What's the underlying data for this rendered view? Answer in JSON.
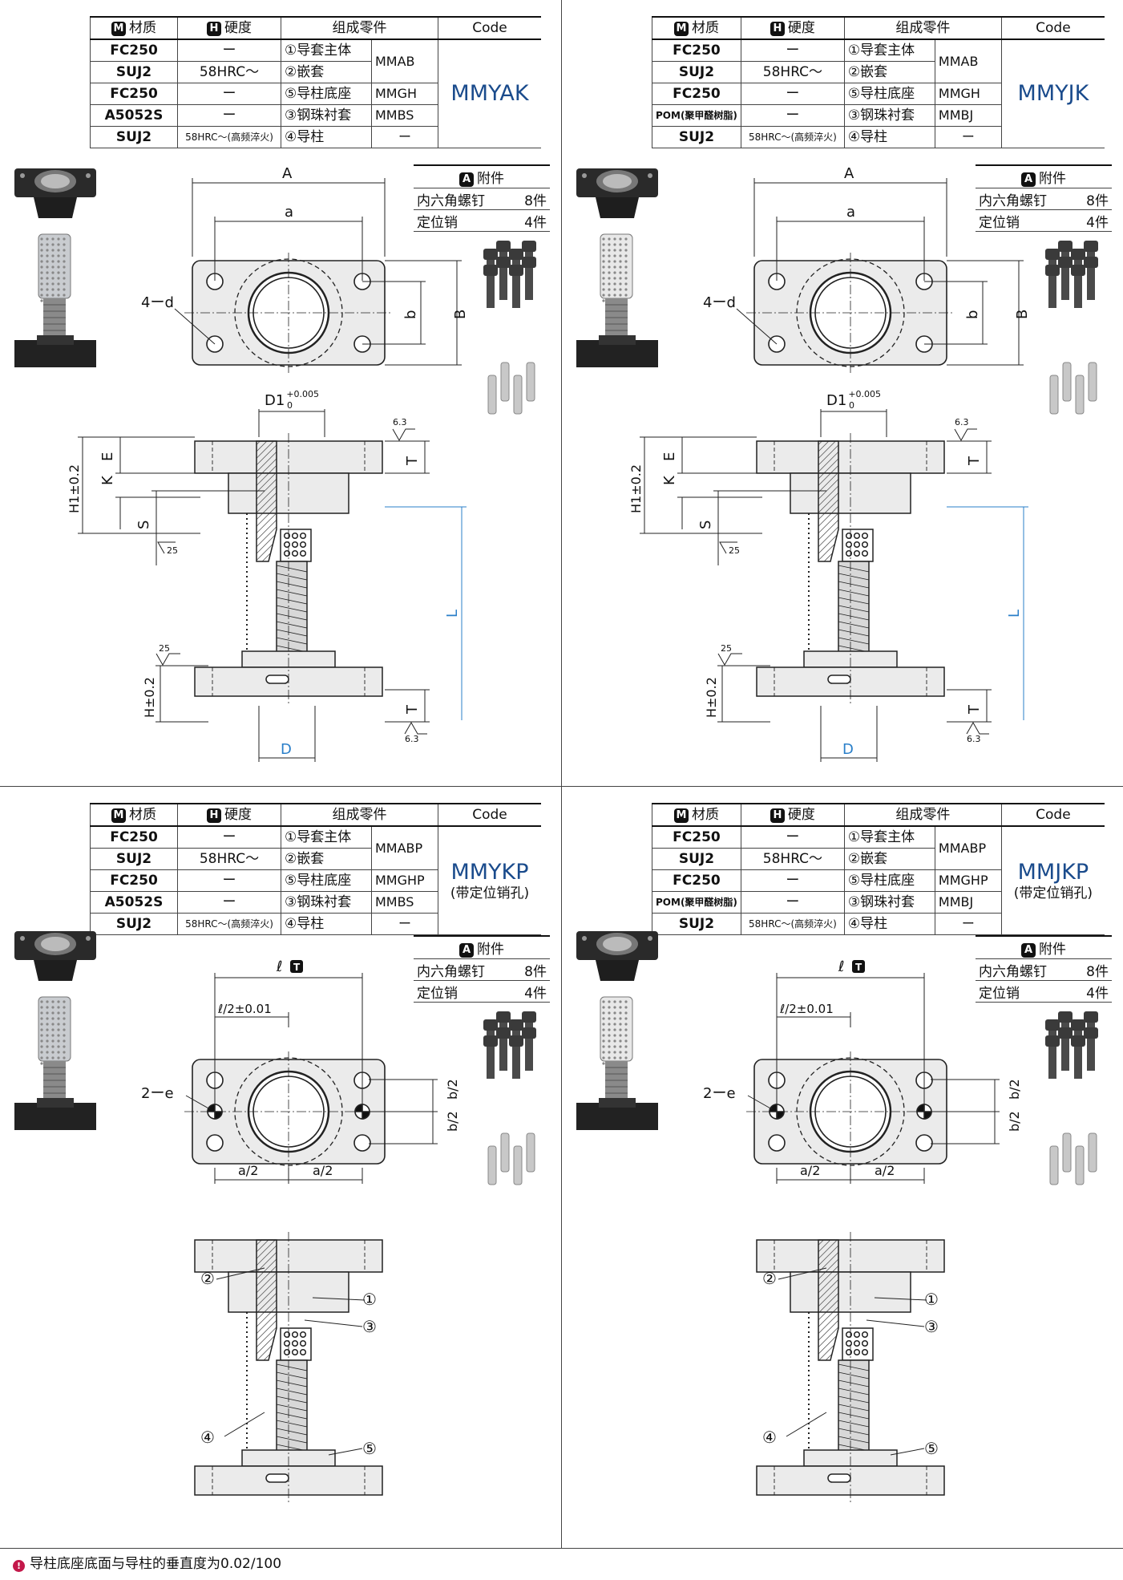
{
  "panels": [
    {
      "headers": {
        "material": "材质",
        "hardness": "硬度",
        "parts": "组成零件",
        "code": "Code",
        "m_badge": "M",
        "h_badge": "H"
      },
      "rows": [
        {
          "material": "FC250",
          "hardness": "ー",
          "part": "①导套主体",
          "sub": "MMAB"
        },
        {
          "material": "SUJ2",
          "hardness": "58HRC～",
          "part": "②嵌套",
          "sub": ""
        },
        {
          "material": "FC250",
          "hardness": "ー",
          "part": "⑤导柱底座",
          "sub": "MMGH"
        },
        {
          "material": "A5052S",
          "hardness": "ー",
          "part": "③钢珠衬套",
          "sub": "MMBS"
        },
        {
          "material": "SUJ2",
          "hardness": "58HRC～(高频淬火)",
          "part": "④导柱",
          "sub": "ー"
        }
      ],
      "code": "MMYAK",
      "code_sub": "",
      "accessories": {
        "badge": "A",
        "title": "附件",
        "items": [
          {
            "name": "内六角螺钉",
            "qty": "8件"
          },
          {
            "name": "定位销",
            "qty": "4件"
          }
        ]
      },
      "labels": {
        "A": "A",
        "a": "a",
        "B": "B",
        "b": "b",
        "d": "4ーd",
        "D1": "D1",
        "tol_top": "+0.005",
        "tol_bot": "0",
        "H1": "H1±0.2",
        "K": "K",
        "E": "E",
        "S": "S",
        "T": "T",
        "L": "L",
        "H": "H±0.2",
        "D": "D",
        "r63": "6.3",
        "r25": "25"
      }
    },
    {
      "headers": {
        "material": "材质",
        "hardness": "硬度",
        "parts": "组成零件",
        "code": "Code",
        "m_badge": "M",
        "h_badge": "H"
      },
      "rows": [
        {
          "material": "FC250",
          "hardness": "ー",
          "part": "①导套主体",
          "sub": "MMAB"
        },
        {
          "material": "SUJ2",
          "hardness": "58HRC～",
          "part": "②嵌套",
          "sub": ""
        },
        {
          "material": "FC250",
          "hardness": "ー",
          "part": "⑤导柱底座",
          "sub": "MMGH"
        },
        {
          "material": "POM(聚甲醛树脂)",
          "hardness": "ー",
          "part": "③钢珠衬套",
          "sub": "MMBJ"
        },
        {
          "material": "SUJ2",
          "hardness": "58HRC～(高频淬火)",
          "part": "④导柱",
          "sub": "ー"
        }
      ],
      "code": "MMYJK",
      "code_sub": "",
      "accessories": {
        "badge": "A",
        "title": "附件",
        "items": [
          {
            "name": "内六角螺钉",
            "qty": "8件"
          },
          {
            "name": "定位销",
            "qty": "4件"
          }
        ]
      },
      "labels": {
        "A": "A",
        "a": "a",
        "B": "B",
        "b": "b",
        "d": "4ーd",
        "D1": "D1",
        "tol_top": "+0.005",
        "tol_bot": "0",
        "H1": "H1±0.2",
        "K": "K",
        "E": "E",
        "S": "S",
        "T": "T",
        "L": "L",
        "H": "H±0.2",
        "D": "D",
        "r63": "6.3",
        "r25": "25"
      }
    },
    {
      "headers": {
        "material": "材质",
        "hardness": "硬度",
        "parts": "组成零件",
        "code": "Code",
        "m_badge": "M",
        "h_badge": "H"
      },
      "rows": [
        {
          "material": "FC250",
          "hardness": "ー",
          "part": "①导套主体",
          "sub": "MMABP"
        },
        {
          "material": "SUJ2",
          "hardness": "58HRC～",
          "part": "②嵌套",
          "sub": ""
        },
        {
          "material": "FC250",
          "hardness": "ー",
          "part": "⑤导柱底座",
          "sub": "MMGHP"
        },
        {
          "material": "A5052S",
          "hardness": "ー",
          "part": "③钢珠衬套",
          "sub": "MMBS"
        },
        {
          "material": "SUJ2",
          "hardness": "58HRC～(高频淬火)",
          "part": "④导柱",
          "sub": "ー"
        }
      ],
      "code": "MMYKP",
      "code_sub": "(带定位销孔)",
      "accessories": {
        "badge": "A",
        "title": "附件",
        "items": [
          {
            "name": "内六角螺钉",
            "qty": "8件"
          },
          {
            "name": "定位销",
            "qty": "4件"
          }
        ]
      },
      "labels": {
        "l": "ℓ",
        "T": "T",
        "l2": "ℓ/2±0.01",
        "e": "2ーe",
        "b2": "b/2",
        "a2": "a/2",
        "c1": "①",
        "c2": "②",
        "c3": "③",
        "c4": "④",
        "c5": "⑤"
      }
    },
    {
      "headers": {
        "material": "材质",
        "hardness": "硬度",
        "parts": "组成零件",
        "code": "Code",
        "m_badge": "M",
        "h_badge": "H"
      },
      "rows": [
        {
          "material": "FC250",
          "hardness": "ー",
          "part": "①导套主体",
          "sub": "MMABP"
        },
        {
          "material": "SUJ2",
          "hardness": "58HRC～",
          "part": "②嵌套",
          "sub": ""
        },
        {
          "material": "FC250",
          "hardness": "ー",
          "part": "⑤导柱底座",
          "sub": "MMGHP"
        },
        {
          "material": "POM(聚甲醛树脂)",
          "hardness": "ー",
          "part": "③钢珠衬套",
          "sub": "MMBJ"
        },
        {
          "material": "SUJ2",
          "hardness": "58HRC～(高频淬火)",
          "part": "④导柱",
          "sub": "ー"
        }
      ],
      "code": "MMJKP",
      "code_sub": "(带定位销孔)",
      "accessories": {
        "badge": "A",
        "title": "附件",
        "items": [
          {
            "name": "内六角螺钉",
            "qty": "8件"
          },
          {
            "name": "定位销",
            "qty": "4件"
          }
        ]
      },
      "labels": {
        "l": "ℓ",
        "T": "T",
        "l2": "ℓ/2±0.01",
        "e": "2ーe",
        "b2": "b/2",
        "a2": "a/2",
        "c1": "①",
        "c2": "②",
        "c3": "③",
        "c4": "④",
        "c5": "⑤"
      }
    }
  ],
  "footer": {
    "badge": "!",
    "note": "导柱底座底面与导柱的垂直度为0.02/100"
  },
  "colors": {
    "accent": "#1a4b8c",
    "dimension_blue": "#2a7fc9",
    "warning": "#c3184a"
  }
}
